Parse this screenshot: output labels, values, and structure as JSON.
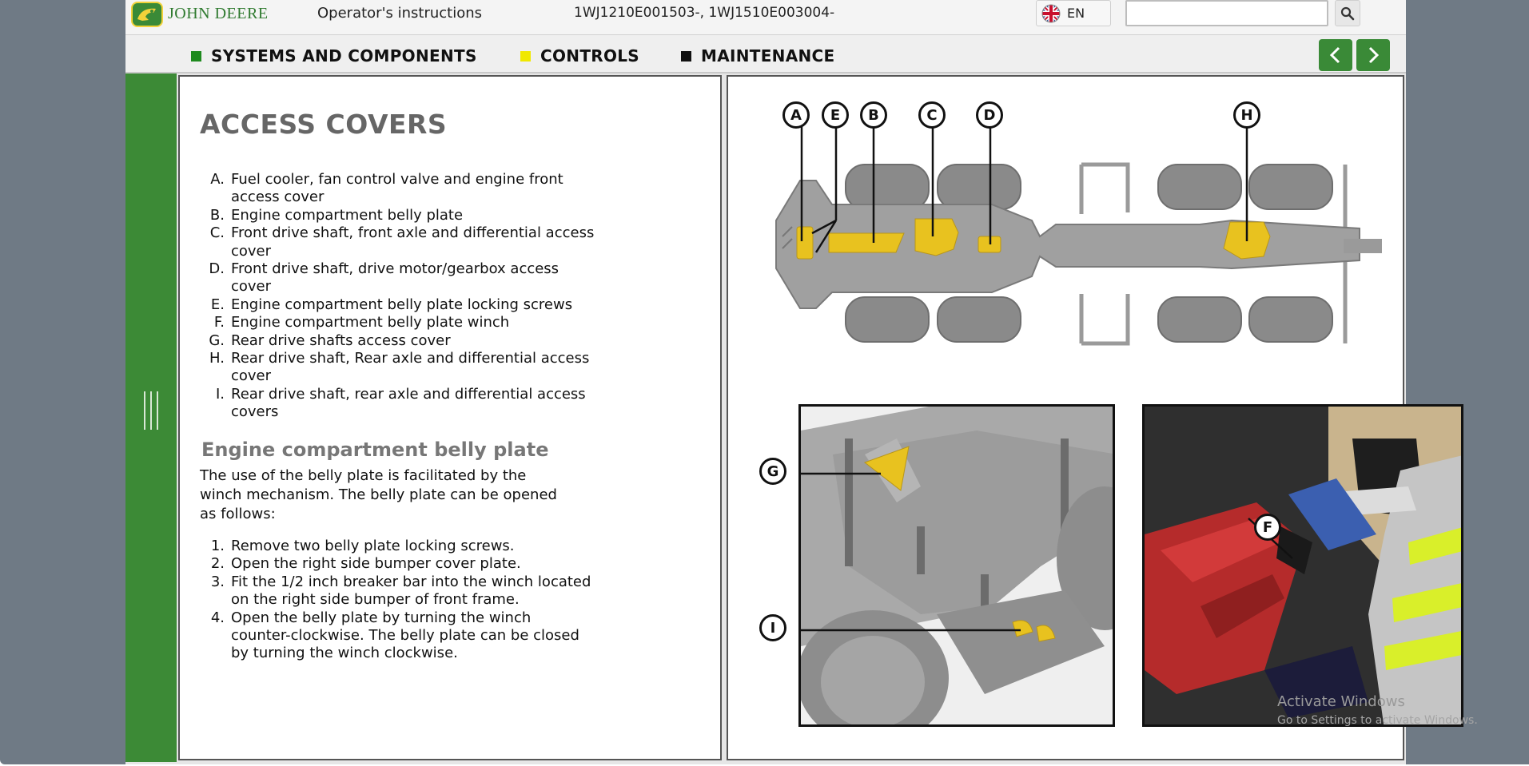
{
  "header": {
    "brand": "JOHN DEERE",
    "doc_title": "Operator's instructions",
    "serials": "1WJ1210E001503-, 1WJ1510E003004-",
    "language": "EN",
    "search_placeholder": ""
  },
  "nav": {
    "items": [
      {
        "label": "SYSTEMS AND COMPONENTS",
        "color": "#1e8a1e"
      },
      {
        "label": "CONTROLS",
        "color": "#f0e800"
      },
      {
        "label": "MAINTENANCE",
        "color": "#111111"
      }
    ]
  },
  "content": {
    "title": "ACCESS COVERS",
    "covers": [
      {
        "letter": "A.",
        "text": "Fuel cooler, fan control valve and engine front access cover"
      },
      {
        "letter": "B.",
        "text": "Engine compartment belly plate"
      },
      {
        "letter": "C.",
        "text": "Front drive shaft, front axle and differential access cover"
      },
      {
        "letter": "D.",
        "text": "Front drive shaft, drive motor/gearbox access cover"
      },
      {
        "letter": "E.",
        "text": "Engine compartment belly plate locking screws"
      },
      {
        "letter": "F.",
        "text": "Engine compartment belly plate winch"
      },
      {
        "letter": "G.",
        "text": "Rear drive shafts access cover"
      },
      {
        "letter": "H.",
        "text": "Rear drive shaft, Rear axle and differential access cover"
      },
      {
        "letter": "I.",
        "text": "Rear drive shaft, rear axle and differential access covers"
      }
    ],
    "section_title": "Engine compartment belly plate",
    "paragraph": "The use of the belly plate is facilitated by the winch mechanism. The belly plate can be opened as follows:",
    "steps": [
      {
        "num": "1.",
        "text": "Remove two belly plate locking screws."
      },
      {
        "num": "2.",
        "text": "Open the right side bumper cover plate."
      },
      {
        "num": "3.",
        "text": "Fit the 1/2 inch breaker bar into the winch located on the right side bumper of front frame."
      },
      {
        "num": "4.",
        "text": "Open the belly plate by turning the winch counter-clockwise. The belly plate can be closed by turning the winch clockwise."
      }
    ]
  },
  "diagram": {
    "top_callouts": [
      "A",
      "E",
      "B",
      "C",
      "D",
      "H"
    ],
    "bottom_left_callouts": [
      "G",
      "I"
    ],
    "bottom_right_callouts": [
      "F"
    ],
    "highlight_color": "#e8c21f"
  },
  "watermark": {
    "line1": "Activate Windows",
    "line2": "Go to Settings to activate Windows."
  },
  "colors": {
    "accent_green": "#3c8a36",
    "frame_gray": "#6f7a85"
  }
}
